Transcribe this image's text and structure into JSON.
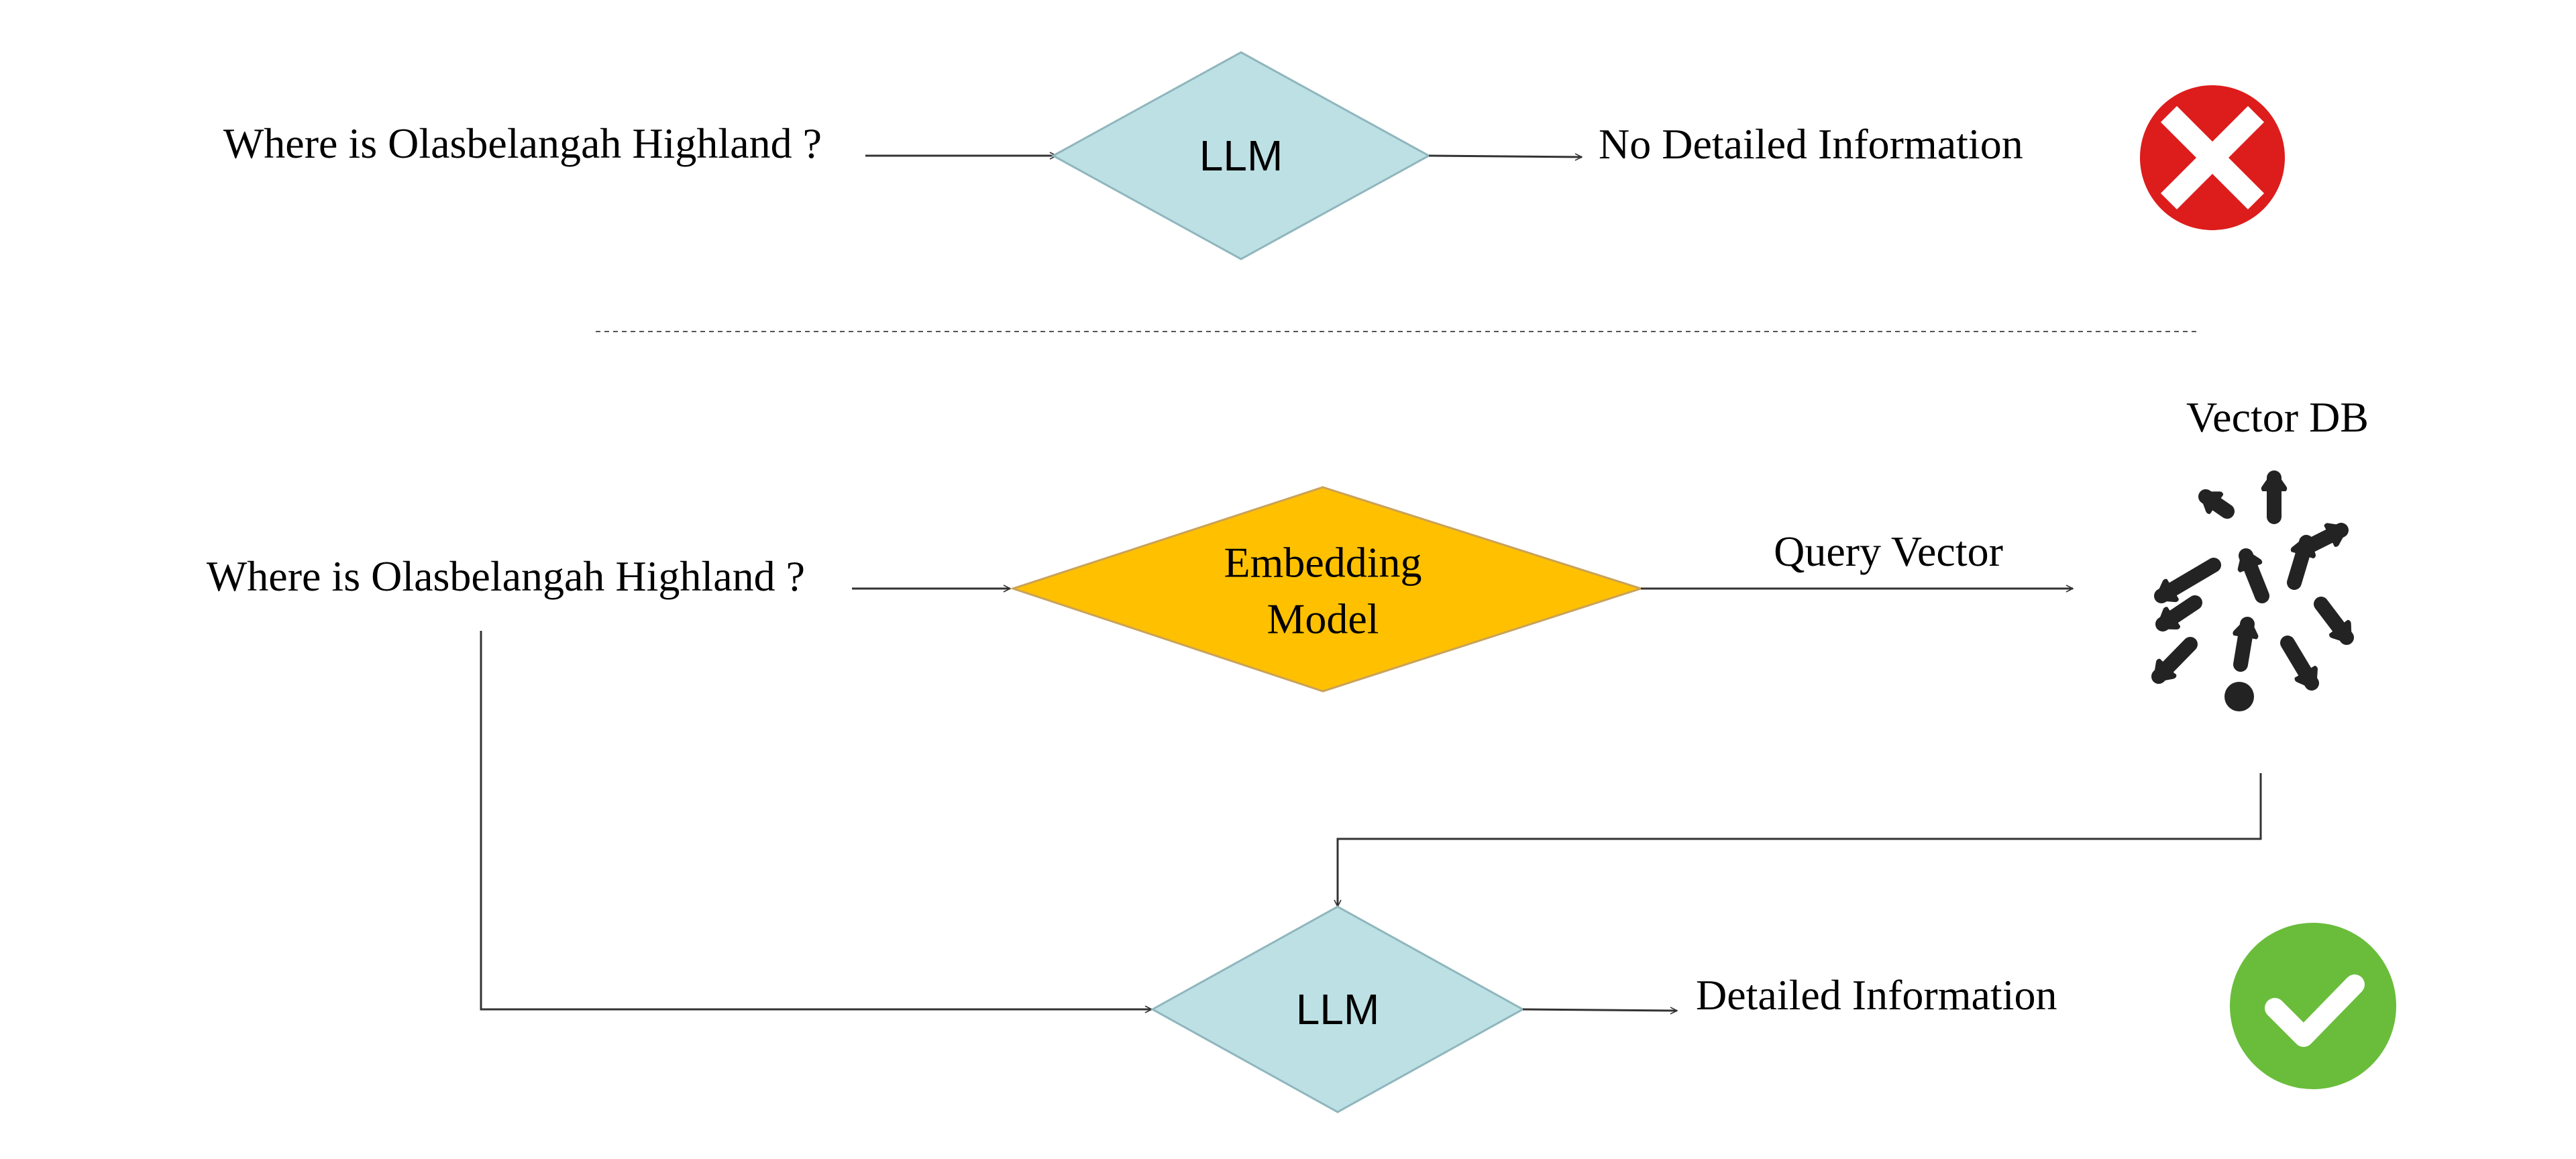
{
  "top_flow": {
    "question": "Where is Olasbelangah Highland ?",
    "model_label": "LLM",
    "result": "No Detailed Information",
    "status_icon": "cross-icon"
  },
  "bottom_flow": {
    "question": "Where is Olasbelangah Highland ?",
    "embedding_line1": "Embedding",
    "embedding_line2": "Model",
    "edge_label": "Query Vector",
    "db_label": "Vector DB",
    "db_icon": "vector-db-icon",
    "model_label": "LLM",
    "result": "Detailed Information",
    "status_icon": "check-icon"
  },
  "colors": {
    "llm_fill": "#bde0e4",
    "llm_text": "#1f6fc0",
    "embedding_fill": "#ffc000",
    "error_red": "#dd1c1c",
    "success_green": "#69bd3a",
    "db_icon": "#232323"
  }
}
